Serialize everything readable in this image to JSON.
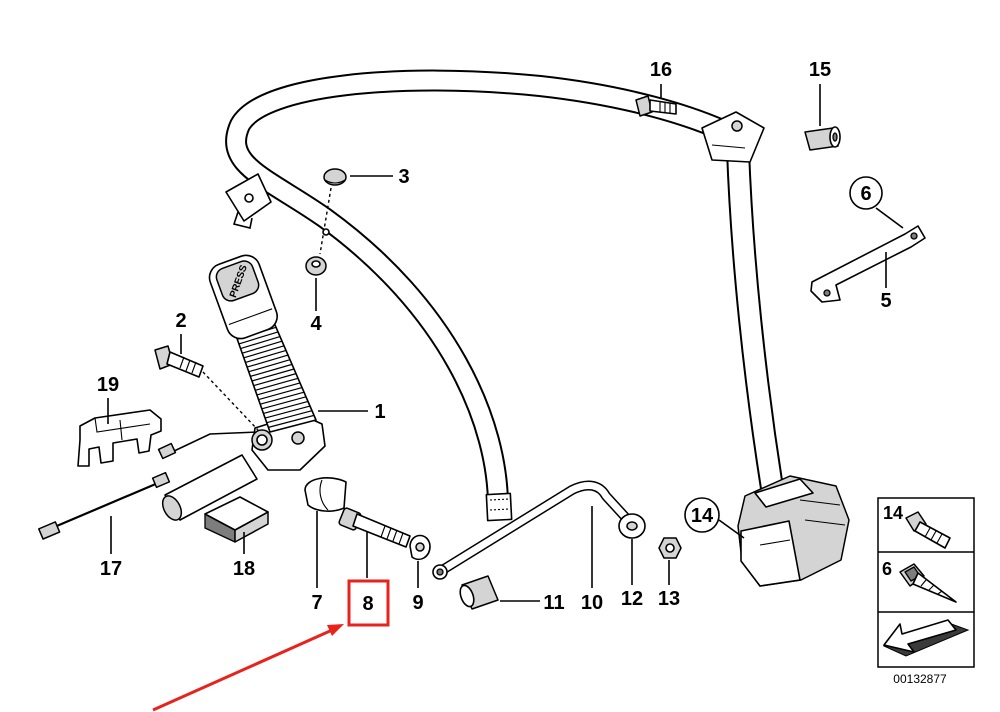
{
  "callouts": [
    {
      "num": "1"
    },
    {
      "num": "2"
    },
    {
      "num": "3"
    },
    {
      "num": "4"
    },
    {
      "num": "5"
    },
    {
      "num": "6",
      "circled": true
    },
    {
      "num": "7"
    },
    {
      "num": "8",
      "highlighted": true
    },
    {
      "num": "9"
    },
    {
      "num": "10"
    },
    {
      "num": "11"
    },
    {
      "num": "12"
    },
    {
      "num": "13"
    },
    {
      "num": "14",
      "circled": true
    },
    {
      "num": "15"
    },
    {
      "num": "16"
    },
    {
      "num": "17"
    },
    {
      "num": "18"
    },
    {
      "num": "19"
    }
  ],
  "buckle_text": "PRESS",
  "legend": {
    "items": [
      {
        "num": "14",
        "icon": "bolt-icon"
      },
      {
        "num": "6",
        "icon": "self-tapping-screw-icon"
      }
    ],
    "bottom_icon": "arrow-icon"
  },
  "drawing_code": "00132877",
  "colors": {
    "highlight": "#e8231e",
    "line": "#000000",
    "shade": "#d4d4d4",
    "background": "#ffffff"
  }
}
